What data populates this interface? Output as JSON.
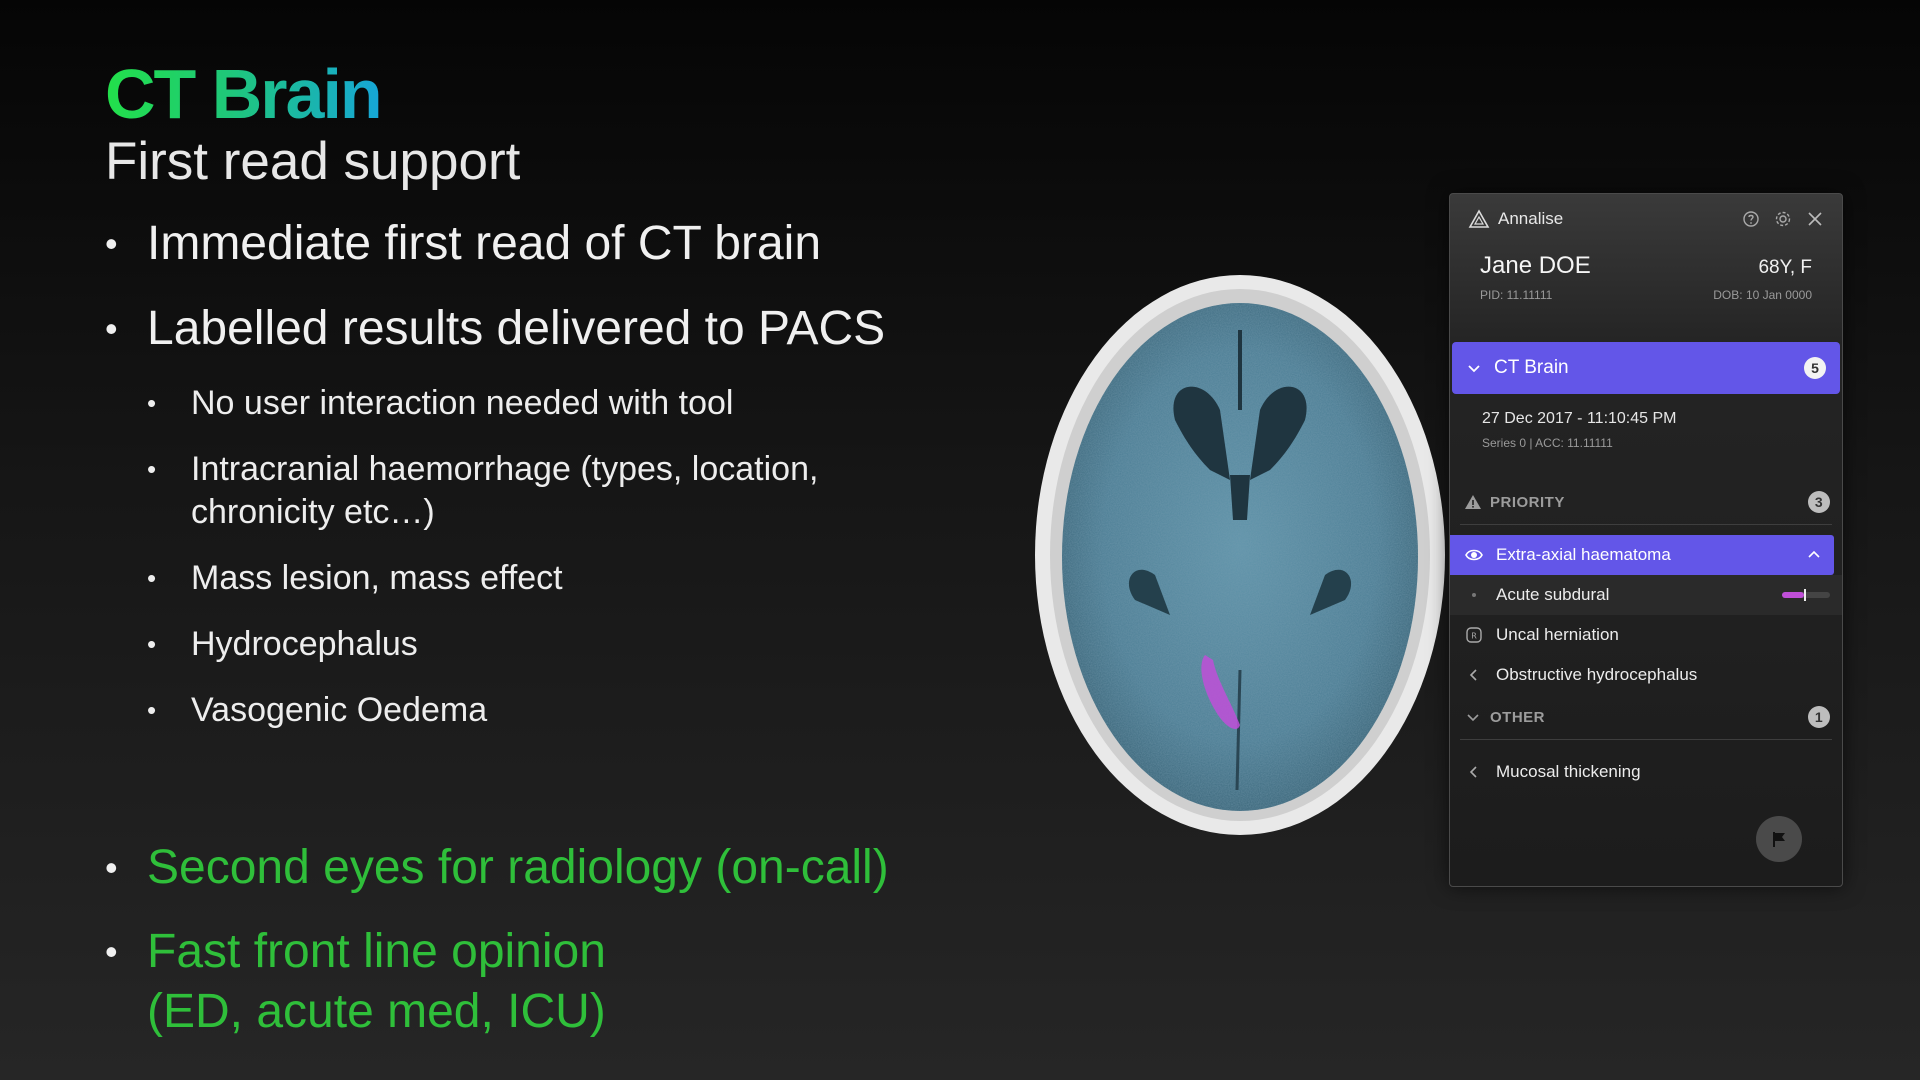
{
  "slide": {
    "title": "CT Brain",
    "subtitle": "First read support",
    "bullets": [
      "Immediate first read of CT brain",
      "Labelled results delivered to PACS"
    ],
    "sub_bullets": [
      "No user interaction needed with tool",
      "Intracranial haemorrhage (types, location, chronicity etc…)",
      "Mass lesion, mass effect",
      "Hydrocephalus",
      "Vasogenic Oedema"
    ],
    "green_bullets": [
      {
        "line1": "Second eyes for radiology (on-call)",
        "line2": ""
      },
      {
        "line1": "Fast front line opinion",
        "line2": "(ED, acute med, ICU)"
      }
    ]
  },
  "panel": {
    "brand": "Annalise",
    "patient": {
      "name": "Jane DOE",
      "age_sex": "68Y, F",
      "pid": "PID: 11.11111",
      "dob": "DOB: 10 Jan 0000"
    },
    "study": {
      "label": "CT Brain",
      "count": "5",
      "date": "27 Dec 2017 - 11:10:45 PM",
      "meta": "Series 0 | ACC: 11.11111"
    },
    "priority": {
      "label": "PRIORITY",
      "count": "3",
      "findings": [
        "Extra-axial haematoma",
        "Acute subdural",
        "Uncal herniation",
        "Obstructive hydrocephalus"
      ],
      "acute_subdural_level": 0.45
    },
    "other": {
      "label": "OTHER",
      "count": "1",
      "findings": [
        "Mucosal thickening"
      ]
    },
    "colors": {
      "accent": "#6356e8",
      "highlight": "#c04fd8"
    }
  }
}
